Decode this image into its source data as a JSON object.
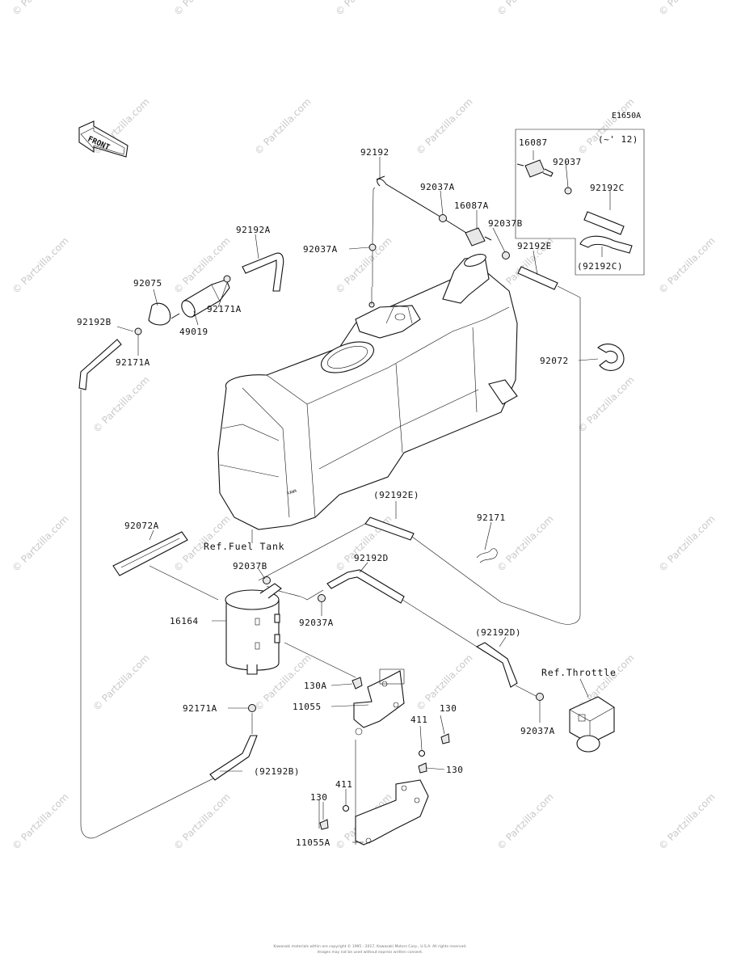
{
  "diagram_code": "E1650A",
  "front_label": "FRONT",
  "inset_note": "(~' 12)",
  "watermark": "© Partzilla.com",
  "copyright_line1": "Kawasaki materials within are copyright © 1995 - 2017, Kawasaki Motors Corp., U.S.A. All rights reserved.",
  "copyright_line2": "Images may not be used without express written consent.",
  "refs": {
    "fuel_tank": "Ref.Fuel Tank",
    "throttle": "Ref.Throttle"
  },
  "part_labels": [
    {
      "id": "l16087",
      "text": "16087"
    },
    {
      "id": "l92037_inset",
      "text": "92037"
    },
    {
      "id": "l92192C",
      "text": "92192C"
    },
    {
      "id": "l92192C_p",
      "text": "(92192C)"
    },
    {
      "id": "l92192",
      "text": "92192"
    },
    {
      "id": "l92037A_top",
      "text": "92037A"
    },
    {
      "id": "l16087A",
      "text": "16087A"
    },
    {
      "id": "l92037B_top",
      "text": "92037B"
    },
    {
      "id": "l92192E",
      "text": "92192E"
    },
    {
      "id": "l92037A_left",
      "text": "92037A"
    },
    {
      "id": "l92192A",
      "text": "92192A"
    },
    {
      "id": "l92075",
      "text": "92075"
    },
    {
      "id": "l92171A_top",
      "text": "92171A"
    },
    {
      "id": "l49019",
      "text": "49019"
    },
    {
      "id": "l92192B",
      "text": "92192B"
    },
    {
      "id": "l92171A_left",
      "text": "92171A"
    },
    {
      "id": "l92072",
      "text": "92072"
    },
    {
      "id": "l92192E_p",
      "text": "(92192E)"
    },
    {
      "id": "l92171",
      "text": "92171"
    },
    {
      "id": "l92072A",
      "text": "92072A"
    },
    {
      "id": "l92037B_mid",
      "text": "92037B"
    },
    {
      "id": "l92192D",
      "text": "92192D"
    },
    {
      "id": "l16164",
      "text": "16164"
    },
    {
      "id": "l92037A_mid",
      "text": "92037A"
    },
    {
      "id": "l92192D_p",
      "text": "(92192D)"
    },
    {
      "id": "l130A",
      "text": "130A"
    },
    {
      "id": "l11055",
      "text": "11055"
    },
    {
      "id": "l92171A_bot",
      "text": "92171A"
    },
    {
      "id": "l92037A_right",
      "text": "92037A"
    },
    {
      "id": "l130_a",
      "text": "130"
    },
    {
      "id": "l411_a",
      "text": "411"
    },
    {
      "id": "l130_b",
      "text": "130"
    },
    {
      "id": "l92192B_p",
      "text": "(92192B)"
    },
    {
      "id": "l411_b",
      "text": "411"
    },
    {
      "id": "l130_c",
      "text": "130"
    },
    {
      "id": "l11055A",
      "text": "11055A"
    }
  ]
}
